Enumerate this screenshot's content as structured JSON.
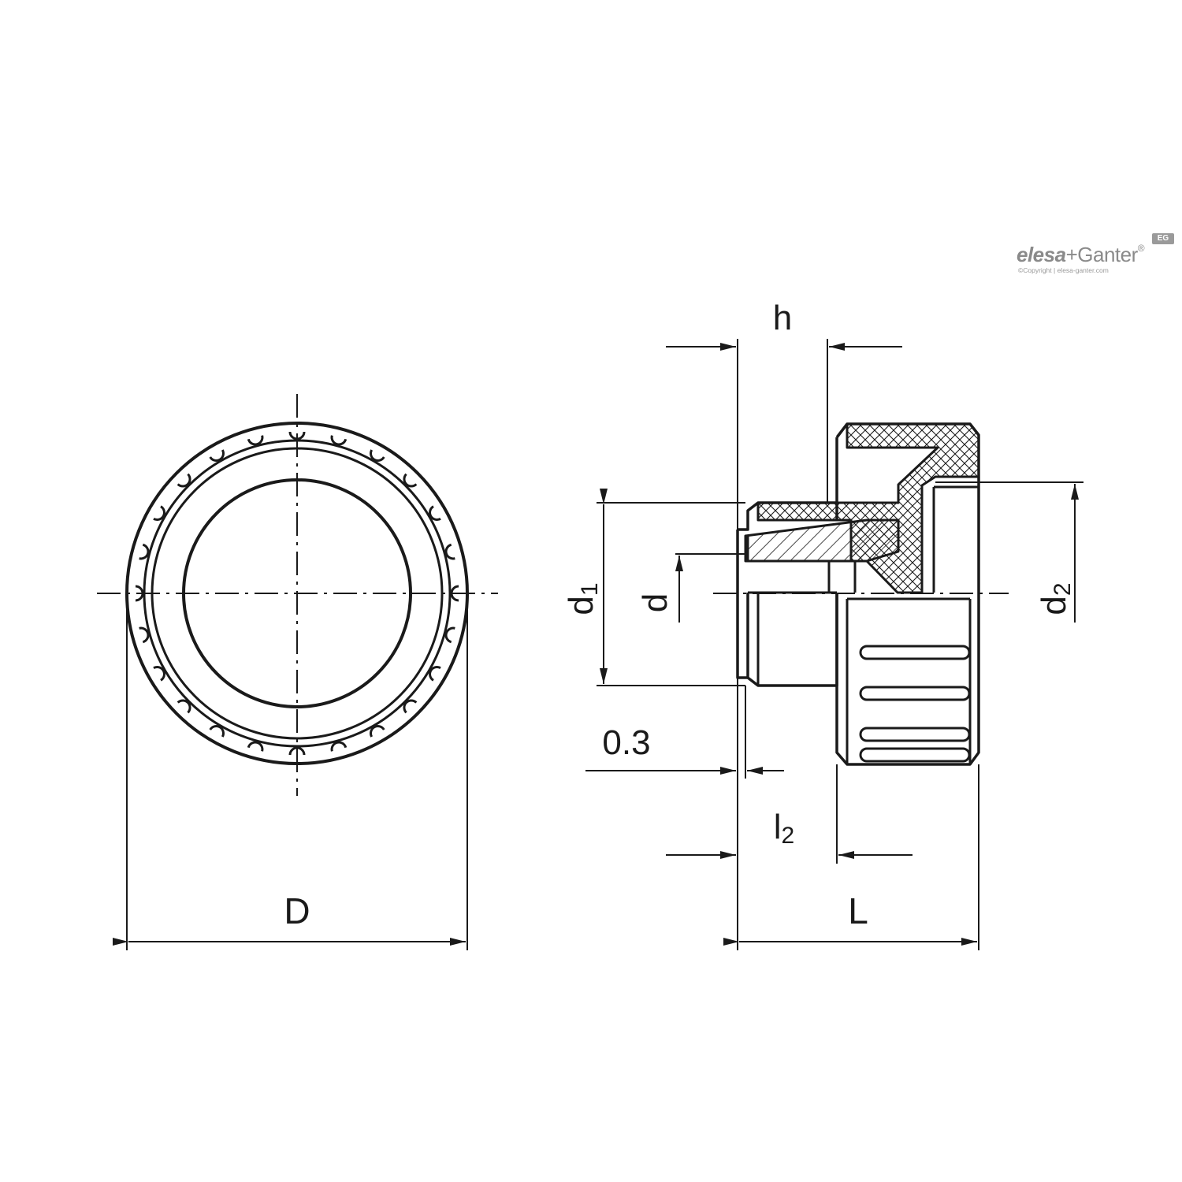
{
  "labels": {
    "h": "h",
    "d1": "d",
    "d1_sub": "1",
    "d": "d",
    "d2": "d",
    "d2_sub": "2",
    "gap": "0.3",
    "l2": "l",
    "l2_sub": "2",
    "D": "D",
    "L": "L"
  },
  "logo": {
    "brand_a": "elesa",
    "plus": "+",
    "brand_b": "Ganter",
    "mark": "®",
    "copyright": "©Copyright | elesa-ganter.com",
    "badge": "EG"
  },
  "colors": {
    "line": "#1a1a1a",
    "logo": "#8a8a8a"
  }
}
